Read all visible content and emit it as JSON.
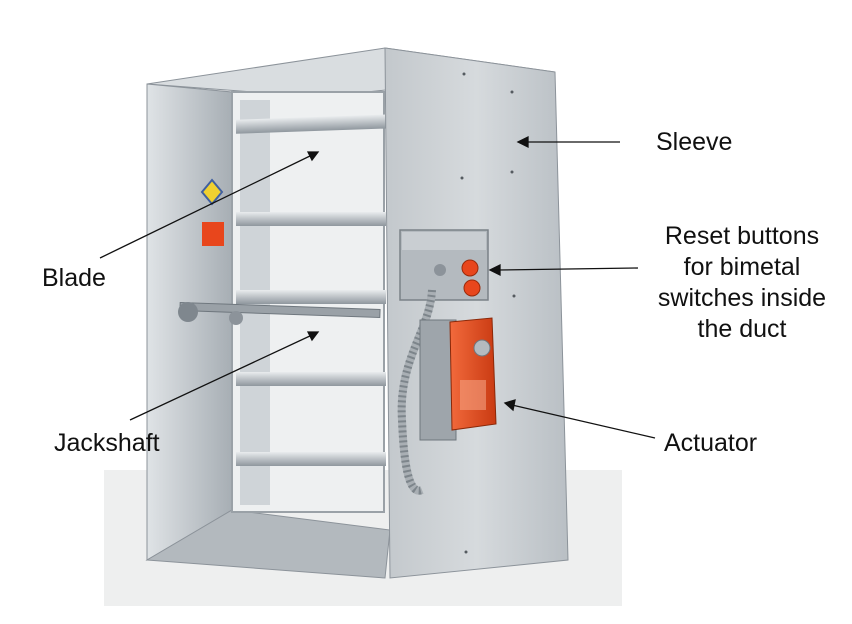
{
  "labels": {
    "sleeve": "Sleeve",
    "reset_lines": [
      "Reset buttons",
      "for bimetal",
      "switches inside",
      "the duct"
    ],
    "blade": "Blade",
    "jackshaft": "Jackshaft",
    "actuator": "Actuator"
  },
  "colors": {
    "sheet_metal": "#c7ccd0",
    "sheet_metal_dark": "#9aa1a7",
    "actuator_orange": "#e8461c",
    "leader_line": "#111111"
  }
}
